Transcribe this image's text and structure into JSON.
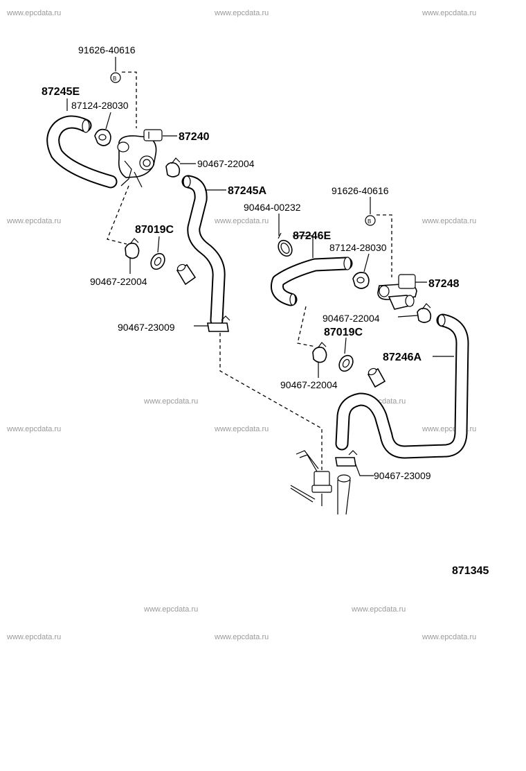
{
  "watermark": "www.epcdata.ru",
  "diagram_code": "871345",
  "labels": {
    "bolt_left": "91626-40616",
    "hose_e_left": "87245E",
    "grommet_left": "87124-28030",
    "valve_left": "87240",
    "clip_left_top": "90467-22004",
    "hose_a_left": "87245A",
    "seal_left": "87019C",
    "clip_left_bottom": "90467-22004",
    "clamp_left": "90467-23009",
    "bolt_right": "91626-40616",
    "band_right": "90464-00232",
    "hose_e_right": "87246E",
    "grommet_right": "87124-28030",
    "valve_right": "87248",
    "clip_right_top": "90467-22004",
    "seal_right": "87019C",
    "hose_a_right": "87246A",
    "clip_right_bottom": "90467-22004",
    "clamp_right": "90467-23009"
  }
}
